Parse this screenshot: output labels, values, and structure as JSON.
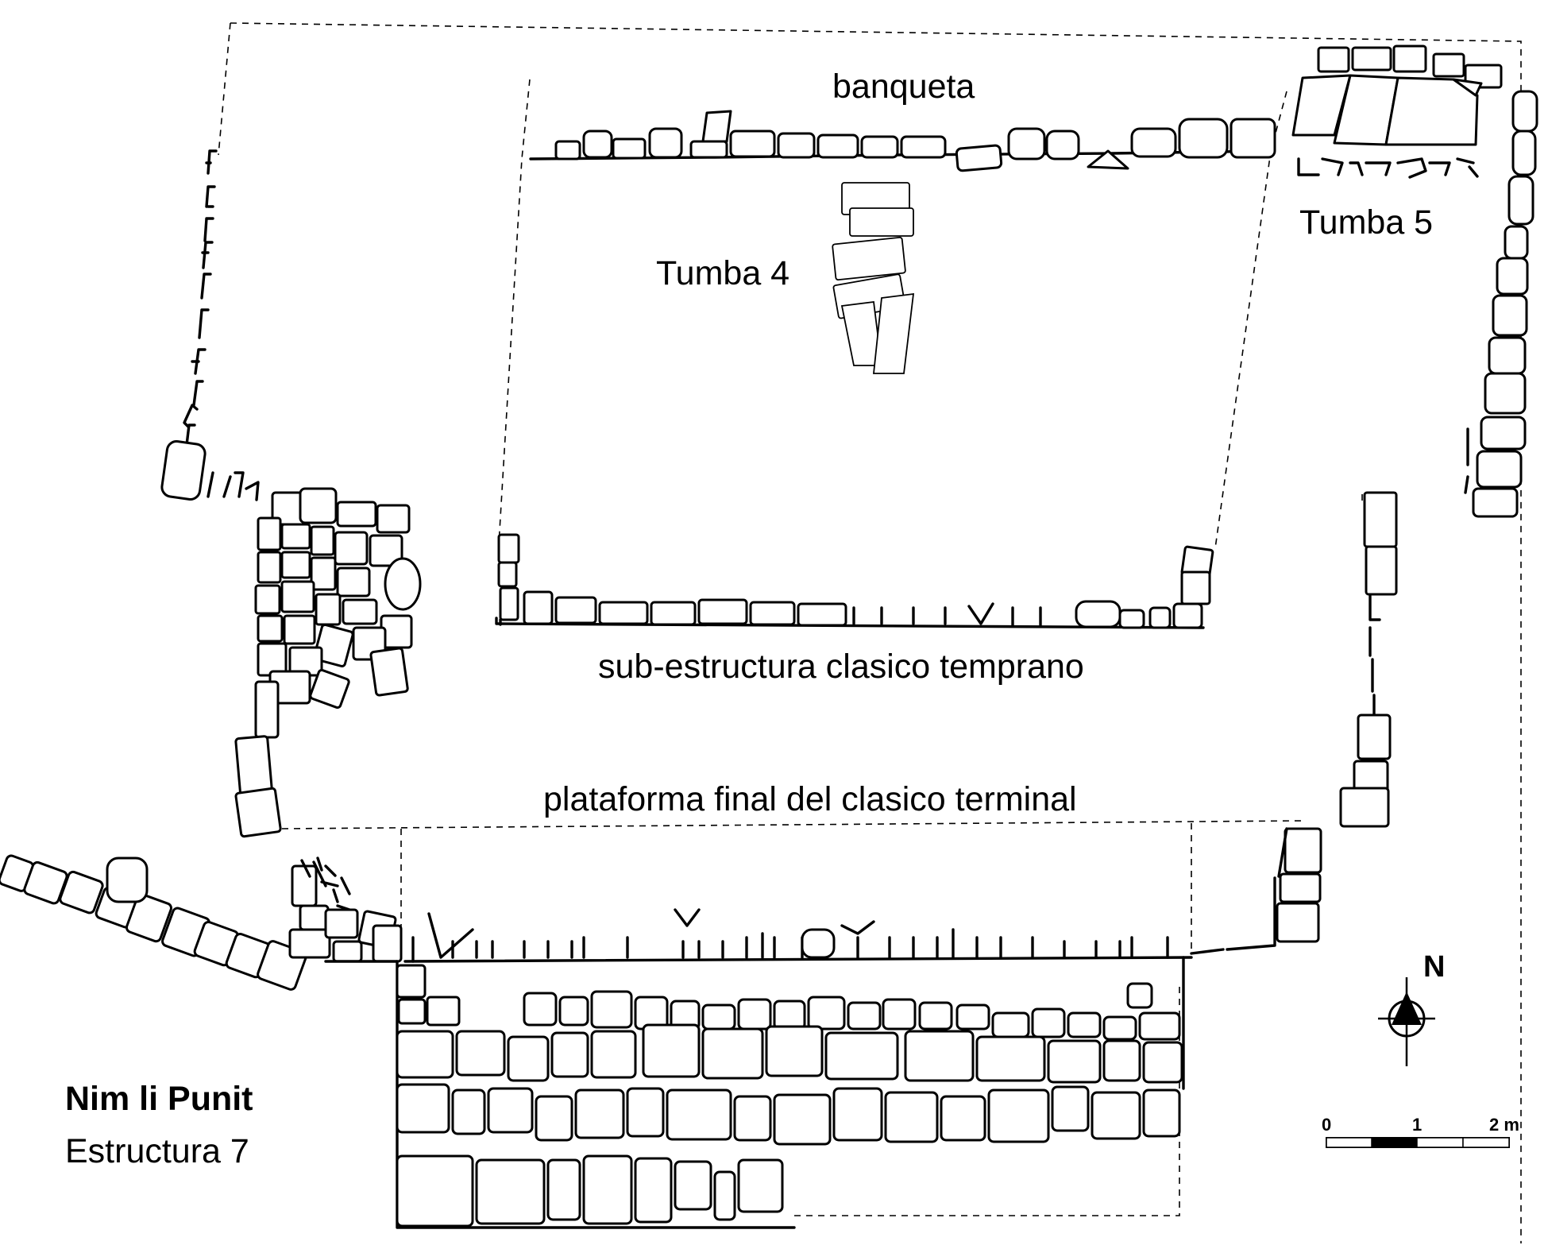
{
  "labels": {
    "banqueta": "banqueta",
    "tumba4": "Tumba 4",
    "tumba5": "Tumba 5",
    "subestructura": "sub-estructura clasico temprano",
    "plataforma": "plataforma final del clasico terminal",
    "site_name": "Nim li Punit",
    "structure_name": "Estructura 7"
  },
  "north_arrow": {
    "label": "N"
  },
  "scale_bar": {
    "ticks": [
      "0",
      "1",
      "2 m"
    ]
  },
  "colors": {
    "ink": "#000000",
    "paper": "#ffffff"
  }
}
